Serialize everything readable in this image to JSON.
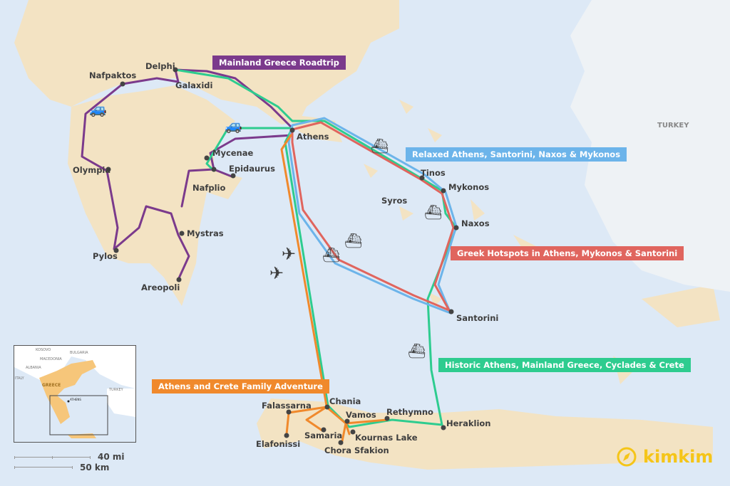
{
  "map": {
    "country_label": "TURKEY",
    "places": {
      "delphi": "Delphi",
      "nafpaktos": "Nafpaktos",
      "galaxidi": "Galaxidi",
      "athens": "Athens",
      "mycenae": "Mycenae",
      "epidaurus": "Epidaurus",
      "nafplio": "Nafplio",
      "olympia": "Olympia",
      "mystras": "Mystras",
      "pylos": "Pylos",
      "areopoli": "Areopoli",
      "tinos": "Tinos",
      "mykonos": "Mykonos",
      "syros": "Syros",
      "naxos": "Naxos",
      "santorini": "Santorini",
      "chania": "Chania",
      "falassarna": "Falassarna",
      "vamos": "Vamos",
      "rethymno": "Rethymno",
      "heraklion": "Heraklion",
      "samaria": "Samaria",
      "elafonissi": "Elafonissi",
      "kournas": "Kournas Lake",
      "chora": "Chora Sfakion"
    },
    "routes": [
      {
        "label": "Mainland Greece Roadtrip",
        "color": "#7b3a8c"
      },
      {
        "label": "Relaxed Athens, Santorini, Naxos & Mykonos",
        "color": "#6cb4ea"
      },
      {
        "label": "Greek Hotspots in Athens, Mykonos & Santorini",
        "color": "#e0655e"
      },
      {
        "label": "Historic Athens, Mainland Greece, Cyclades & Crete",
        "color": "#2ecc8f"
      },
      {
        "label": "Athens and Crete Family Adventure",
        "color": "#f0892c"
      }
    ]
  },
  "inset": {
    "kosovo": "KOSOVO",
    "bulgaria": "BULGARIA",
    "macedonia": "MACEDONIA",
    "albania": "ALBANIA",
    "italy": "ITALY",
    "greece": "GREECE",
    "turkey": "TURKEY",
    "athens": "ATHENS"
  },
  "scale": {
    "miles": "40 mi",
    "km": "50 km"
  },
  "brand": {
    "name": "kimkim",
    "color": "#f5c518"
  }
}
